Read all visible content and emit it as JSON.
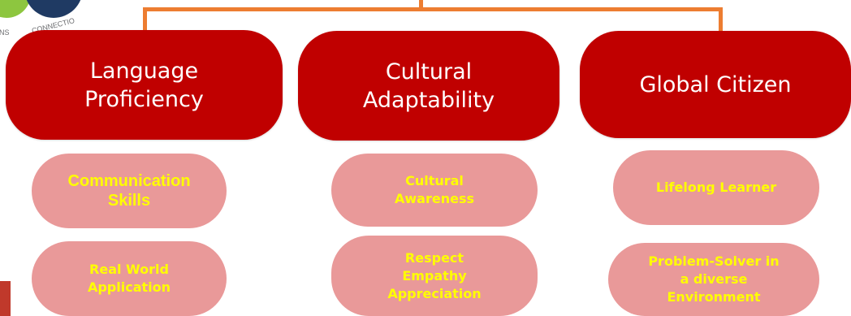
{
  "logo": {
    "text_left": "NS",
    "text_right": "CONNECTIO",
    "colors": {
      "green": "#8DC63F",
      "navy": "#1F3A63",
      "gray": "#6D6E71"
    }
  },
  "colors": {
    "connector": "#ED7D31",
    "main_fill": "#C00000",
    "main_text": "#FFFFFF",
    "sub_fill": "#E99999",
    "sub_text": "#FFFF00",
    "corner_box": "#C0392B"
  },
  "columns": [
    {
      "title": "Language\nProficiency",
      "items": [
        "Communication\nSkills",
        "Real World\nApplication"
      ]
    },
    {
      "title": "Cultural\nAdaptability",
      "items": [
        "Cultural\nAwareness",
        "Respect\nEmpathy\nAppreciation"
      ]
    },
    {
      "title": "Global Citizen",
      "items": [
        "Lifelong Learner",
        "Problem-Solver in\na diverse\nEnvironment"
      ]
    }
  ]
}
